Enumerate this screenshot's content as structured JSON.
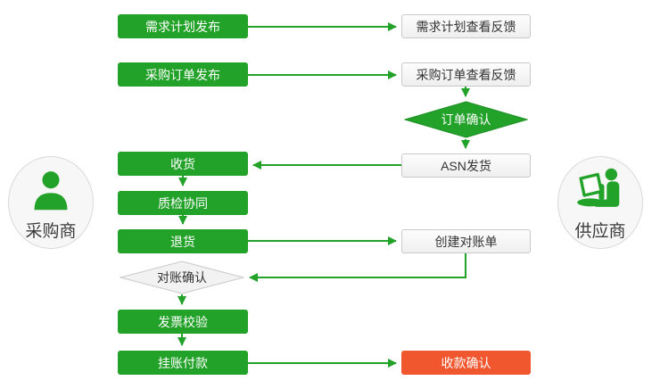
{
  "palette": {
    "process_green": "#23a229",
    "diamond_green_border": "#1e8f24",
    "confirm_red": "#f0572f",
    "neutral_border": "#c9c9c9",
    "neutral_fill": "#f2f2f2",
    "actor_fill": "#f7f7f7",
    "dark_text": "#333333"
  },
  "actors": {
    "buyer": {
      "label": "采购商"
    },
    "supplier": {
      "label": "供应商"
    }
  },
  "nodes": {
    "demand_plan_publish": {
      "label": "需求计划发布"
    },
    "po_publish": {
      "label": "采购订单发布"
    },
    "receive_goods": {
      "label": "收货"
    },
    "quality_collab": {
      "label": "质检协同"
    },
    "return_goods": {
      "label": "退货"
    },
    "reconcile_confirm": {
      "label": "对账确认"
    },
    "invoice_verify": {
      "label": "发票校验"
    },
    "account_payment": {
      "label": "挂账付款"
    },
    "demand_plan_feedback": {
      "label": "需求计划查看反馈"
    },
    "po_feedback": {
      "label": "采购订单查看反馈"
    },
    "order_confirm": {
      "label": "订单确认"
    },
    "asn_ship": {
      "label": "ASN发货"
    },
    "create_statement": {
      "label": "创建对账单"
    },
    "payment_confirm": {
      "label": "收款确认"
    }
  }
}
